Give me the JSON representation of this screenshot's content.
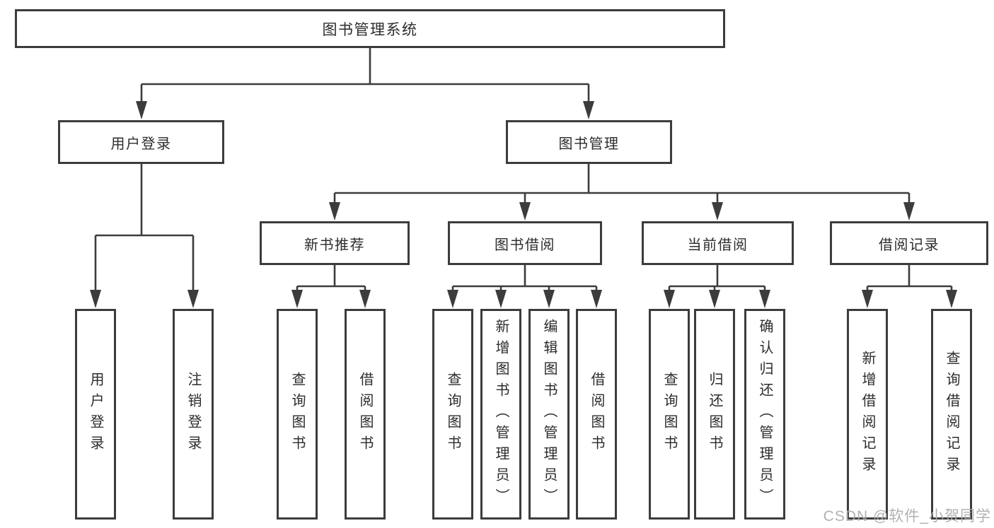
{
  "diagram": {
    "title": "图书管理系统",
    "level2": [
      {
        "key": "user-login",
        "label": "用户登录"
      },
      {
        "key": "book-management",
        "label": "图书管理"
      }
    ],
    "level3": [
      {
        "key": "new-book-recommend",
        "label": "新书推荐"
      },
      {
        "key": "book-borrow",
        "label": "图书借阅"
      },
      {
        "key": "current-borrow",
        "label": "当前借阅"
      },
      {
        "key": "borrow-records",
        "label": "借阅记录"
      }
    ],
    "leaves": [
      {
        "key": "user-login-action",
        "label": "用户登录"
      },
      {
        "key": "logout-action",
        "label": "注销登录"
      },
      {
        "key": "query-books-a",
        "label": "查询图书"
      },
      {
        "key": "borrow-books-a",
        "label": "借阅图书"
      },
      {
        "key": "query-books-b",
        "label": "查询图书"
      },
      {
        "key": "add-books-admin",
        "label": "新增图书（管理员）"
      },
      {
        "key": "edit-books-admin",
        "label": "编辑图书（管理员）"
      },
      {
        "key": "borrow-books-b",
        "label": "借阅图书"
      },
      {
        "key": "query-books-c",
        "label": "查询图书"
      },
      {
        "key": "return-books",
        "label": "归还图书"
      },
      {
        "key": "confirm-return-admin",
        "label": "确认归还（管理员）"
      },
      {
        "key": "add-borrow-record",
        "label": "新增借阅记录"
      },
      {
        "key": "query-borrow-record",
        "label": "查询借阅记录"
      }
    ],
    "colors": {
      "line": "#3c3c3c",
      "text": "#2c2c2c",
      "background": "#ffffff",
      "watermark": "#ababab"
    }
  },
  "watermark": {
    "text": "CSDN @软件_小贺同学"
  }
}
